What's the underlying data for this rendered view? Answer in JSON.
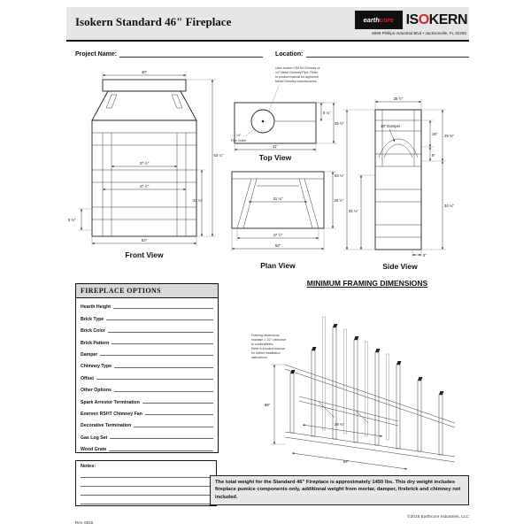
{
  "header": {
    "title": "Isokern Standard 46\" Fireplace",
    "ec_parts": [
      "earth",
      "core"
    ],
    "iso_parts": [
      "IS",
      "O",
      "KERN"
    ],
    "address": "6899 Phillips Industrial Blvd • Jacksonville, FL 32256"
  },
  "project": {
    "name_label": "Project Name:",
    "location_label": "Location:"
  },
  "views": {
    "front": {
      "caption": "Front View",
      "dim_top": "40\"",
      "dim_height": "63 ¼\"",
      "dim_opening_h": "31 ¼\"",
      "dim_inner_upper": "37 ½\"",
      "dim_inner_lower": "47 ½\"",
      "dim_hearth": "8 ¾\"",
      "dim_bottom": "53\""
    },
    "top": {
      "caption": "Top View",
      "note_lines": [
        "Uses Isokern DM 54 Chimney or",
        "14\" Metal Chimney Pipe. Refer",
        "to product manual for approved",
        "Metal Chimney manufacturers."
      ],
      "flue_size": "14\"",
      "flue_label": "Flue Outlet",
      "dim_flue": "8 ¼\"",
      "dim_depth": "25 ½\"",
      "dim_width": "41\""
    },
    "plan": {
      "caption": "Plan View",
      "dim_rear": "31 ¼\"",
      "dim_opening": "47 ½\"",
      "dim_overall": "53\"",
      "dim_depth": "25 ½\""
    },
    "side": {
      "caption": "Side View",
      "damper_label": "16\" Damper",
      "dim_depth": "25 ½\"",
      "dim_height": "63 ¼\"",
      "dim_opening": "31 ¼\"",
      "dim_a": "16\"",
      "dim_b": "8\"",
      "dim_upper": "29 ¾\"",
      "dim_lower": "34 ¼\"",
      "dim_offset": "5\""
    }
  },
  "options": {
    "title": "FIREPLACE OPTIONS",
    "fields": [
      "Hearth Height",
      "Brick Type",
      "Brick Color",
      "Brick Pattern",
      "Damper",
      "Chimney Type",
      "Offset",
      "Other Options",
      "Spark Arrestor Termination",
      "Enervex RSHT Chimney Fan",
      "Decorative Termination",
      "Gas Log Set",
      "Wood Grate"
    ],
    "notes_label": "Notes:"
  },
  "framing": {
    "title": "MINIMUM FRAMING DIMENSIONS",
    "note_lines": [
      "Framing dimensions",
      "maintain 1 1/2\" clearance",
      "to combustibles.",
      "Refer to product manual",
      "for further installation",
      "instructions."
    ],
    "dim_height": "66\"",
    "dim_width": "54\"",
    "dim_depth": "29 ¾\""
  },
  "footer": {
    "weight_note": "The total weight for the Standard 46\" Fireplace is approximately 1450 lbs. This dry weight includes fireplace pumice components only, additional weight from mortar, damper, firebrick and chimney not included.",
    "rev": "Rev. 0616",
    "copyright": "©2016 Earthcore Industries, LLC"
  },
  "colors": {
    "accent_red": "#d7262c",
    "header_gray": "#e6e6e6",
    "line_black": "#161616"
  }
}
